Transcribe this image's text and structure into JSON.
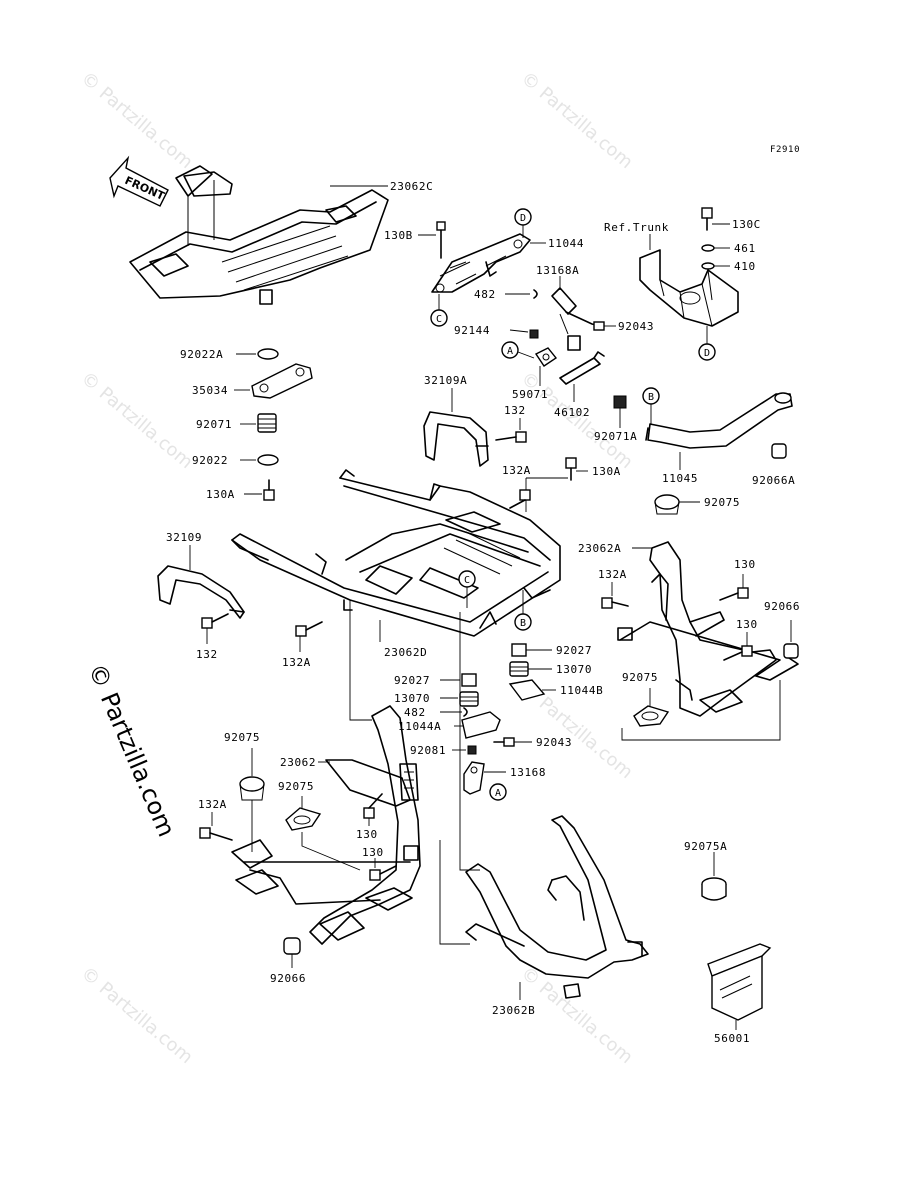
{
  "figure_code": "F2910",
  "watermark": "© Partzilla.com",
  "front_arrow_text": "FRONT",
  "ref_trunk": "Ref.Trunk",
  "callouts": [
    "A",
    "B",
    "C",
    "D"
  ],
  "labels": {
    "p23062C": "23062C",
    "p130B": "130B",
    "p11044": "11044",
    "p130C": "130C",
    "p461": "461",
    "p410": "410",
    "p13168A": "13168A",
    "p482_top": "482",
    "p92144": "92144",
    "p92043_top": "92043",
    "p92022A": "92022A",
    "p35034": "35034",
    "p92071": "92071",
    "p92022": "92022",
    "p130A_left": "130A",
    "p32109A": "32109A",
    "p59071": "59071",
    "p46102": "46102",
    "p132_top": "132",
    "p92071A": "92071A",
    "p11045": "11045",
    "p92066A": "92066A",
    "p132A_mid": "132A",
    "p130A_mid": "130A",
    "p92075_right": "92075",
    "p23062A": "23062A",
    "p32109": "32109",
    "p132_left": "132",
    "p132A_left": "132A",
    "p23062D": "23062D",
    "p130_r1": "130",
    "p132A_right": "132A",
    "p92066_right": "92066",
    "p130_r2": "130",
    "p92027_r": "92027",
    "p13070_r": "13070",
    "p11044B": "11044B",
    "p92075_r2": "92075",
    "p92027_l": "92027",
    "p13070_l": "13070",
    "p482_mid": "482",
    "p11044A": "11044A",
    "p92043_mid": "92043",
    "p92081": "92081",
    "p13168": "13168",
    "p92075_l1": "92075",
    "p23062": "23062",
    "p92075_l2": "92075",
    "p132A_low": "132A",
    "p130_l1": "130",
    "p130_l2": "130",
    "p92075A": "92075A",
    "p92066_low": "92066",
    "p23062B": "23062B",
    "p56001": "56001"
  }
}
